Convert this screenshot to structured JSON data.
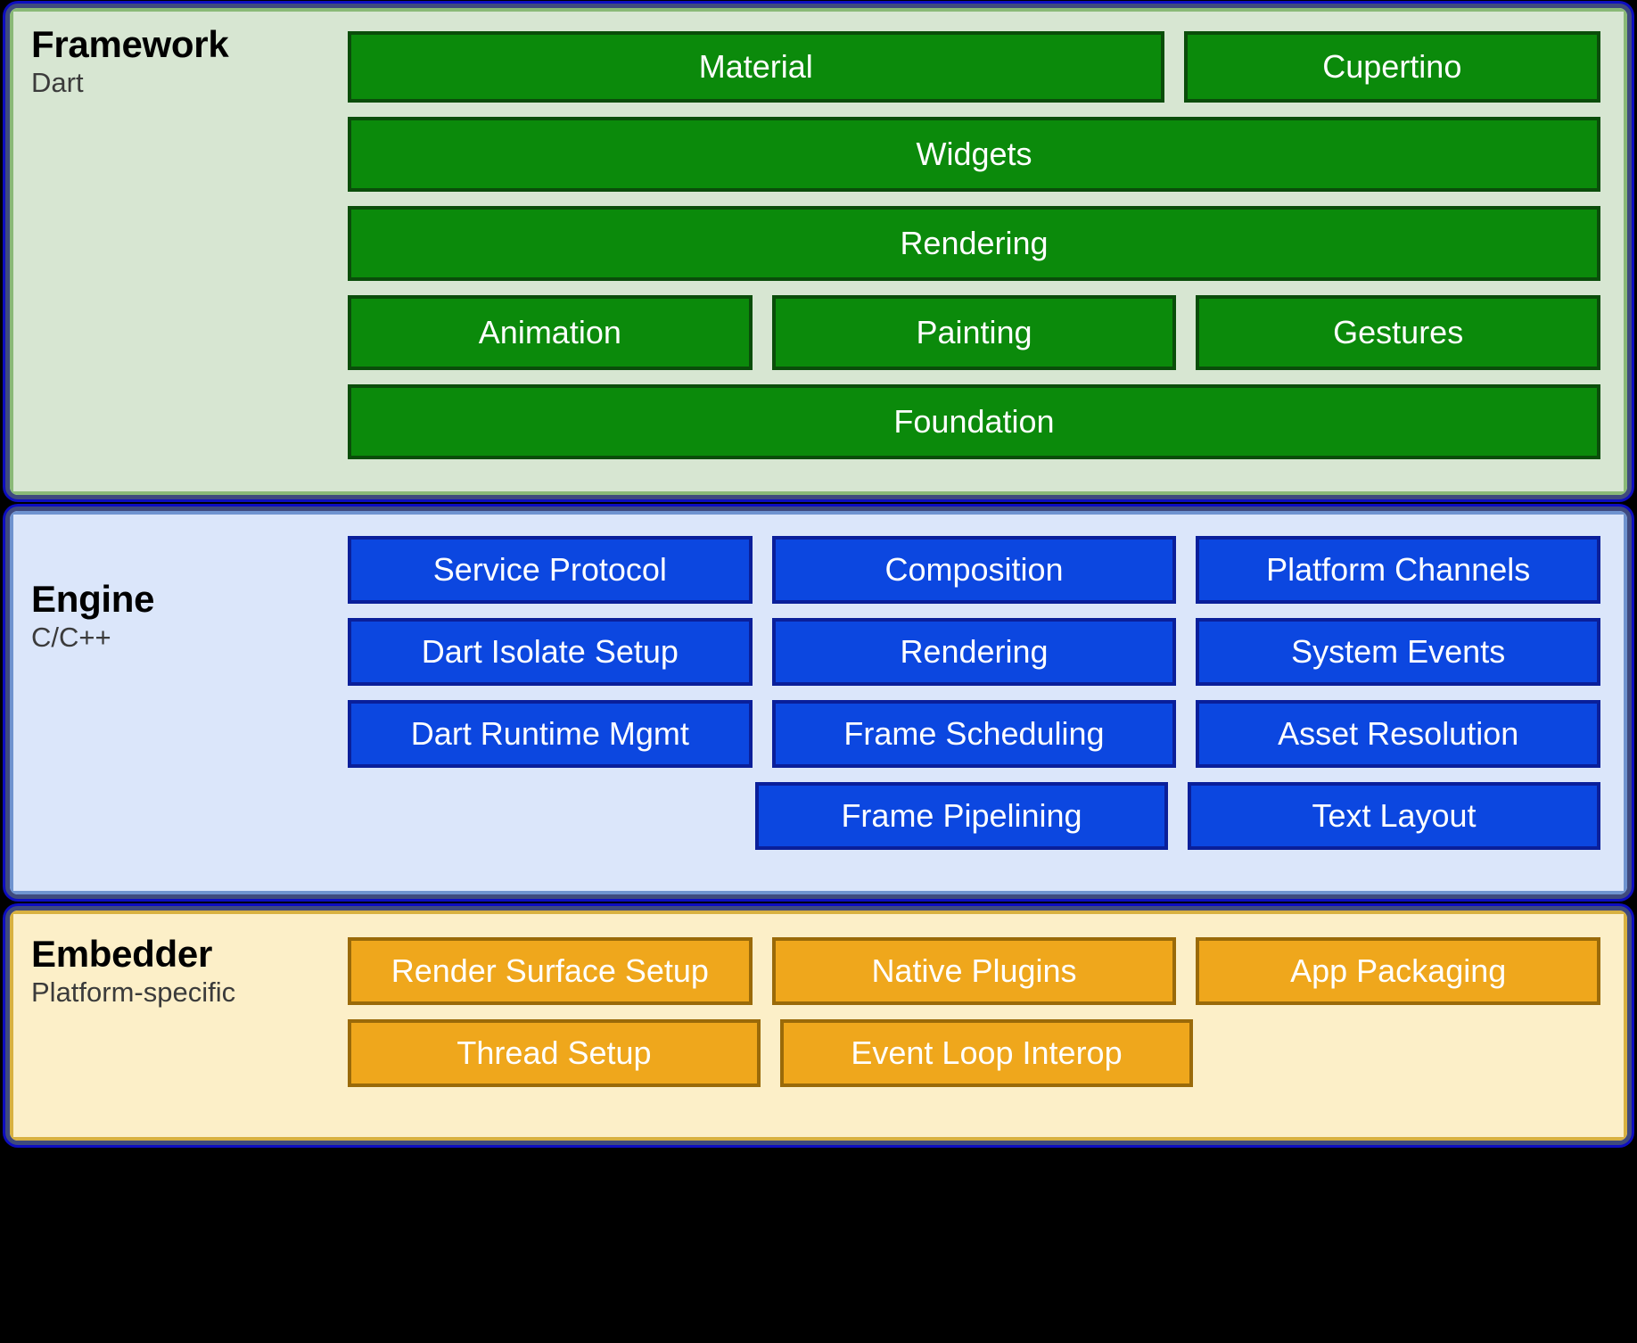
{
  "diagram": {
    "name": "Flutter architectural layers",
    "colors": {
      "outer_background": "#000000",
      "panel_border": "#3f4a7e",
      "panel_border_glow": "#0d0dc0",
      "framework_fill": "#d7e6d2",
      "framework_edge": "#8ab977",
      "framework_box": "#0b8a0b",
      "framework_box_border": "#0a4d0a",
      "engine_fill": "#dbe6fa",
      "engine_edge": "#6f93cf",
      "engine_box": "#0c47e0",
      "engine_box_border": "#0a1f9a",
      "embedder_fill": "#fcefc8",
      "embedder_edge": "#d8b141",
      "embedder_box": "#efa71c",
      "embedder_box_border": "#9a6a09",
      "box_text": "#ffffff",
      "title_text": "#000000",
      "subtitle_text": "#3b3b3b"
    }
  },
  "layers": [
    {
      "id": "framework",
      "title": "Framework",
      "subtitle": "Dart",
      "rows": [
        {
          "cells": [
            {
              "label": "Material",
              "span": 2
            },
            {
              "label": "Cupertino",
              "span": 1
            }
          ]
        },
        {
          "cells": [
            {
              "label": "Widgets",
              "span": 3
            }
          ]
        },
        {
          "cells": [
            {
              "label": "Rendering",
              "span": 3
            }
          ]
        },
        {
          "cells": [
            {
              "label": "Animation",
              "span": 1
            },
            {
              "label": "Painting",
              "span": 1
            },
            {
              "label": "Gestures",
              "span": 1
            }
          ]
        },
        {
          "cells": [
            {
              "label": "Foundation",
              "span": 3
            }
          ]
        }
      ]
    },
    {
      "id": "engine",
      "title": "Engine",
      "subtitle": "C/C++",
      "rows": [
        {
          "cells": [
            {
              "label": "Service Protocol",
              "span": 1
            },
            {
              "label": "Composition",
              "span": 1
            },
            {
              "label": "Platform Channels",
              "span": 1
            }
          ]
        },
        {
          "cells": [
            {
              "label": "Dart Isolate Setup",
              "span": 1
            },
            {
              "label": "Rendering",
              "span": 1
            },
            {
              "label": "System Events",
              "span": 1
            }
          ]
        },
        {
          "cells": [
            {
              "label": "Dart Runtime Mgmt",
              "span": 1
            },
            {
              "label": "Frame Scheduling",
              "span": 1
            },
            {
              "label": "Asset Resolution",
              "span": 1
            }
          ]
        },
        {
          "cells": [
            {
              "label": "",
              "span": 1,
              "empty": true
            },
            {
              "label": "Frame Pipelining",
              "span": 1
            },
            {
              "label": "Text Layout",
              "span": 1
            }
          ]
        }
      ]
    },
    {
      "id": "embedder",
      "title": "Embedder",
      "subtitle": "Platform-specific",
      "rows": [
        {
          "cells": [
            {
              "label": "Render Surface Setup",
              "span": 1
            },
            {
              "label": "Native Plugins",
              "span": 1
            },
            {
              "label": "App Packaging",
              "span": 1
            }
          ]
        },
        {
          "cells": [
            {
              "label": "Thread Setup",
              "span": 1
            },
            {
              "label": "Event Loop Interop",
              "span": 1
            },
            {
              "label": "",
              "span": 1,
              "empty": true
            }
          ]
        }
      ]
    }
  ]
}
